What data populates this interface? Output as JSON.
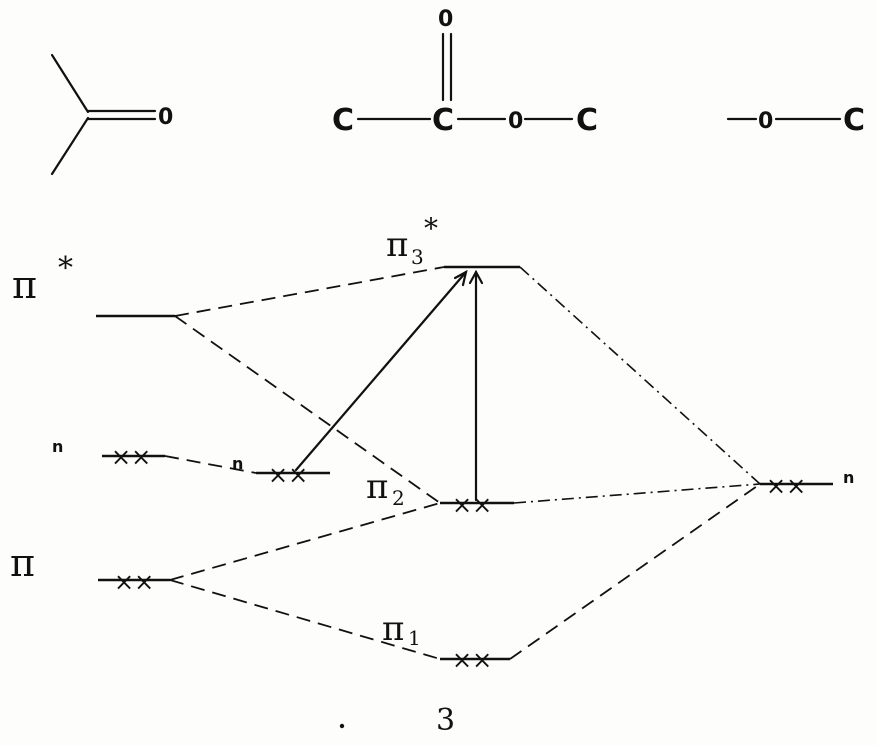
{
  "structures": {
    "ketone": {
      "o": "0"
    },
    "ester": {
      "top_o": "0",
      "c1": "C",
      "c2": "C",
      "o": "0",
      "c3": "C"
    },
    "ether": {
      "o": "0",
      "c": "C"
    }
  },
  "levels": {
    "pi_star": {
      "label": "π",
      "sup": "*"
    },
    "n_left": {
      "label": "n",
      "electrons": "××"
    },
    "n_mid": {
      "label": "n",
      "electrons": "××"
    },
    "pi": {
      "label": "π",
      "electrons": "××"
    },
    "pi3_star": {
      "label": "π",
      "sub": "3",
      "sup": "*"
    },
    "pi2": {
      "label": "π",
      "sub": "2",
      "electrons": "××"
    },
    "pi1": {
      "label": "π",
      "sub": "1",
      "electrons": "××"
    },
    "n_right": {
      "label": "n",
      "electrons": "××"
    }
  },
  "page_number": "3"
}
